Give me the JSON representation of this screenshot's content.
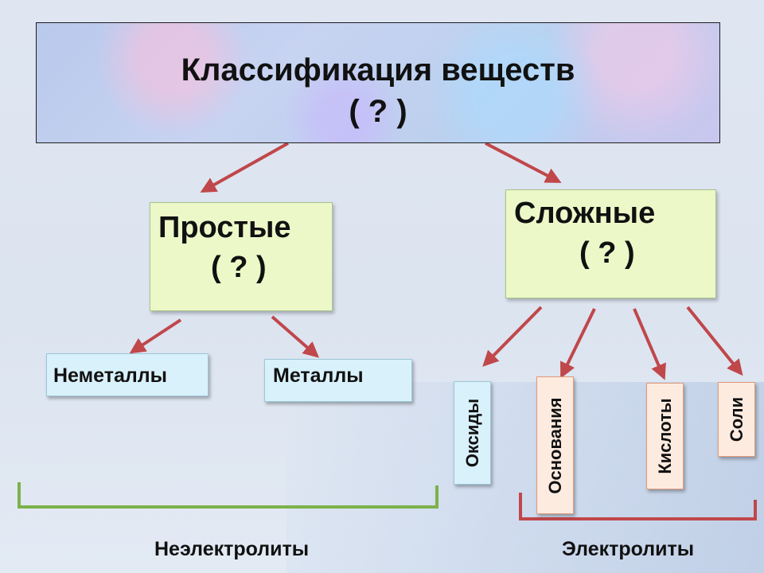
{
  "title": {
    "main": "Классификация веществ",
    "question": "( ? )"
  },
  "simple": {
    "label": "Простые",
    "question": "( ? )",
    "children": [
      "Неметаллы",
      "Металлы"
    ]
  },
  "complex": {
    "label": "Сложные",
    "question": "( ? )",
    "children": [
      "Оксиды",
      "Основания",
      "Кислоты",
      "Соли"
    ]
  },
  "groups": {
    "nonelectrolytes": "Неэлектролиты",
    "electrolytes": "Электролиты"
  },
  "colors": {
    "arrow": "#c0474a",
    "green_bracket": "#7cb24a",
    "red_bracket": "#c0474a"
  }
}
